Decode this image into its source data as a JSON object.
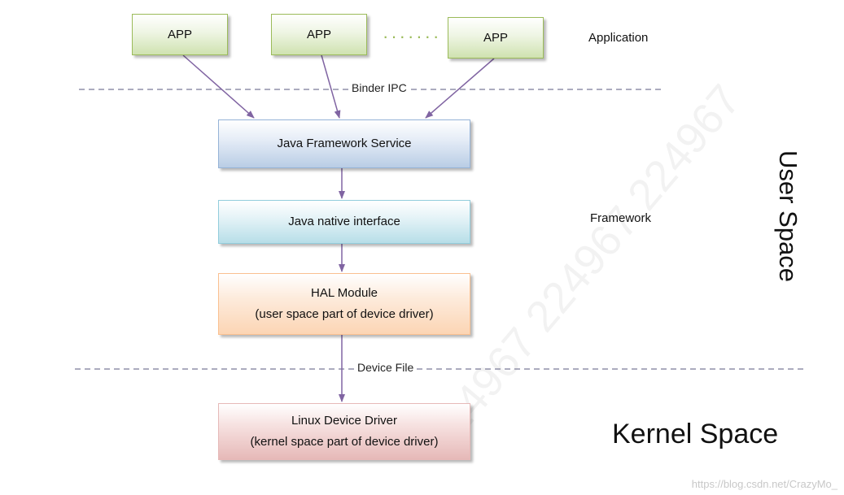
{
  "apps": [
    "APP",
    "APP",
    "APP"
  ],
  "ellipsis": "·······",
  "layers": {
    "application": "Application",
    "framework": "Framework",
    "user_space": "User Space",
    "kernel_space": "Kernel Space"
  },
  "separators": {
    "binder": "Binder IPC",
    "device_file": "Device File"
  },
  "boxes": {
    "java_framework_service": "Java Framework Service",
    "java_native_interface": "Java native interface",
    "hal_module": {
      "line1": "HAL Module",
      "line2": "(user space part of device driver)"
    },
    "linux_device_driver": {
      "line1": "Linux Device Driver",
      "line2": "(kernel space part of device driver)"
    }
  },
  "watermark": "https://blog.csdn.net/CrazyMo_",
  "background_watermark": "224967 224967 224967",
  "colors": {
    "arrow": "#8064a2",
    "dash": "#8f8fa8",
    "app_border": "#9bbb59",
    "jfs_border": "#95b3d7",
    "jni_border": "#92cddc",
    "hal_border": "#fac090",
    "ldd_border": "#e6b9b8"
  }
}
